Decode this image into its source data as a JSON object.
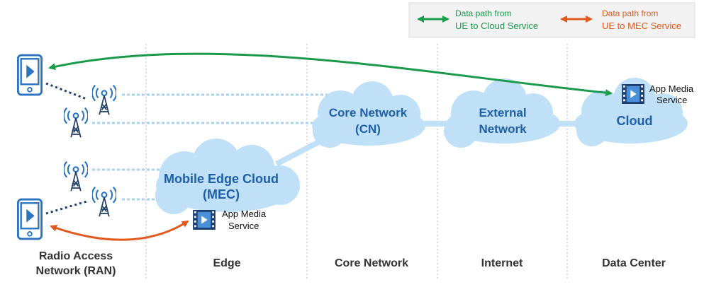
{
  "legend": {
    "cloud_path_line1": "Data path from",
    "cloud_path_line2": "UE to Cloud Service",
    "mec_path_line1": "Data path from",
    "mec_path_line2": "UE to MEC Service"
  },
  "columns": {
    "ran_line1": "Radio Access",
    "ran_line2": "Network (RAN)",
    "edge": "Edge",
    "core": "Core Network",
    "internet": "Internet",
    "datacenter": "Data Center"
  },
  "clouds": {
    "mec_line1": "Mobile Edge Cloud",
    "mec_line2": "(MEC)",
    "cn_line1": "Core Network",
    "cn_line2": "(CN)",
    "ext_line1": "External",
    "ext_line2": "Network",
    "cloud": "Cloud"
  },
  "services": {
    "mec_line1": "App Media",
    "mec_line2": "Service",
    "cloud_line1": "App Media",
    "cloud_line2": "Service"
  },
  "colors": {
    "green_path": "#1a9a4a",
    "orange_path": "#e05a1e",
    "cloud_fill": "#bfe0f7",
    "device_blue": "#2b74c2",
    "label_blue": "#1f5fa8"
  }
}
